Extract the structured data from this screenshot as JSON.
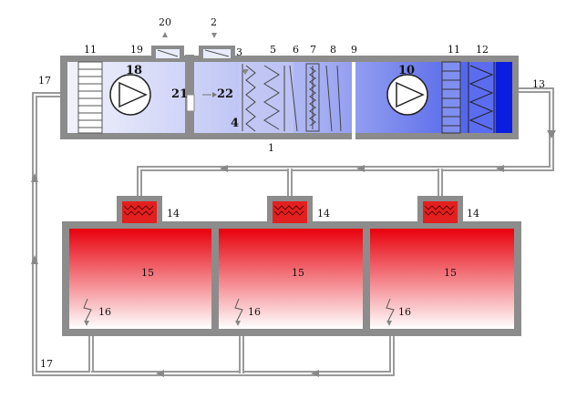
{
  "diagram": {
    "colors": {
      "ahu_start": "#f2f2fb",
      "ahu_mid": "#aab3f3",
      "ahu_end": "#3a4fe6",
      "outlet_blue": "#0a1ee0",
      "room_top": "#e8000c",
      "room_bottom": "#ffffff",
      "wall_gray": "#8c8c8c",
      "duct_gray": "#9a9a9a",
      "diffuser": "#e2201f"
    },
    "labels": {
      "n1": "1",
      "n2": "2",
      "n3": "3",
      "n4": "4",
      "n5": "5",
      "n6": "6",
      "n7": "7",
      "n8": "8",
      "n9": "9",
      "n10": "10",
      "n11a": "11",
      "n11b": "11",
      "n12": "12",
      "n13": "13",
      "n14a": "14",
      "n14b": "14",
      "n14c": "14",
      "n15a": "15",
      "n15b": "15",
      "n15c": "15",
      "n16a": "16",
      "n16b": "16",
      "n16c": "16",
      "n17a": "17",
      "n17b": "17",
      "n18": "18",
      "n19": "19",
      "n20": "20",
      "n21": "21",
      "n22": "22"
    },
    "icons": {
      "fan": "fan-icon",
      "filter": "filter-icon",
      "damper": "damper-icon",
      "grille": "grille-icon",
      "return-inlet": "return-inlet-icon"
    }
  }
}
